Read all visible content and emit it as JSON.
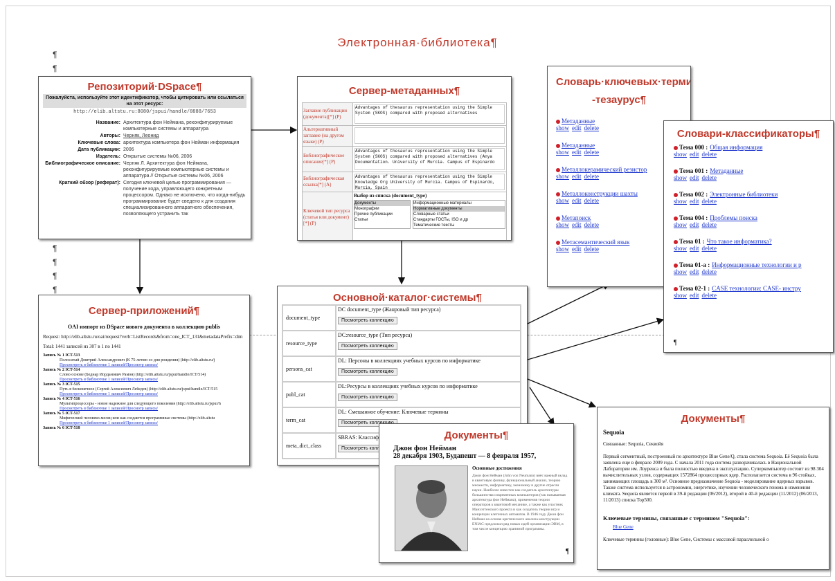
{
  "title": "Электронная·библиотека¶",
  "pilcrow": "¶",
  "dspace": {
    "title": "Репозиторий·DSpace¶",
    "notice": "Пожалуйста, используйте этот идентификатор, чтобы цитировать или ссылаться на этот ресурс:",
    "handle": "http://elib.altstu.ru:8080/jspui/handle/8888/7653",
    "fields": [
      {
        "k": "Название:",
        "v": "Архитектура фон Неймана, реконфигурируемые компьютерные системы и аппаратура"
      },
      {
        "k": "Авторы:",
        "v": "Черняк, Леонид"
      },
      {
        "k": "Ключевые слова:",
        "v": "архитектура компьютера фон Нейман информация"
      },
      {
        "k": "Дата публикации:",
        "v": "2006"
      },
      {
        "k": "Издатель:",
        "v": "Открытые системы №06, 2006"
      },
      {
        "k": "Библиографическое описание:",
        "v": "Черняк Л. Архитектура фон Неймана, реконфигурируемые компьютерные системы и аппаратура // Открытые системы №06, 2006"
      },
      {
        "k": "Краткий обзор (реферат):",
        "v": "Сегодня ключевой целью программирования — получение кода, управляющего конкретным процессором. Однако не исключено, что когда-нибудь программирование будет сведено к для создания специализированного аппаратного обеспечения, позволяющего устранить так"
      }
    ]
  },
  "meta": {
    "title": "Сервер-метаданных¶",
    "rows": [
      {
        "label": "Заглавие публикации (документа)[*] (P)",
        "value": "Advantages of thesaurus representation using the Simple System (SKOS) compared with proposed alternatives"
      },
      {
        "label": "Альтернативный заглавие (на другом языке) (P)",
        "value": ""
      },
      {
        "label": "Библиографическое описание[*] (P)",
        "value": "Advantages of thesaurus representation using the Simple System (SKOS) compared with proposed alternatives (Anya Documentation. University of Murcia. Campus of Espinardo"
      },
      {
        "label": "Библиографическая ссылка[*] (A)",
        "value": "Advantages of thesaurus representation using the Simple Knowledge Org University of Murcia. Campus of Espinardo, Murcia, Spain"
      },
      {
        "label": "Ключевой тип ресурса (статья или документ)[*] (P)",
        "value": "Выбор из списка (document_type)"
      }
    ],
    "list_left": [
      "Документы",
      "Монографии",
      "Прочие публикации",
      "Статьи"
    ],
    "list_right": [
      "Информационные материалы",
      "Нормативные документы",
      "Словарные статьи",
      "Стандарты ГОСТы, ISO и др",
      "Тематические тексты"
    ]
  },
  "thesaurus": {
    "title": "Словарь·ключевых·терминов·--тезаурус¶",
    "items": [
      "Метаданные",
      "Метаданные",
      "Металлокерамический резистор",
      "Металлоконструкции шахты",
      "Метапоиск",
      "Метасемантический язык"
    ],
    "actions": [
      "show",
      "edit",
      "delete"
    ]
  },
  "classifiers": {
    "title": "Словари-классификаторы¶",
    "items": [
      {
        "code": "Тема 000 :",
        "name": "Общая информация"
      },
      {
        "code": "Тема 001 :",
        "name": "Метаданные"
      },
      {
        "code": "Тема 002 :",
        "name": "Электронные библиотеки"
      },
      {
        "code": "Тема 004 :",
        "name": "Проблемы поиска"
      },
      {
        "code": "Тема 01 :",
        "name": "Что такое информатика?"
      },
      {
        "code": "Тема 01-a :",
        "name": "Информационные технологии и р"
      },
      {
        "code": "Тема 02-1 :",
        "name": "CASE технологии: CASE- инстру"
      }
    ],
    "actions": [
      "show",
      "edit",
      "delete"
    ],
    "pilcrow": "¶"
  },
  "catalog": {
    "title": "Основной·каталог·системы¶",
    "button": "Посмотреть коллекцию",
    "rows": [
      {
        "key": "document_type",
        "desc": "DC document_type (Жанровый тип ресурса)"
      },
      {
        "key": "resource_type",
        "desc": "DC:resource_type (Тип ресурса)"
      },
      {
        "key": "persons_cat",
        "desc": "DL: Персоны в коллекциях учебных курсов по информатике"
      },
      {
        "key": "publ_cat",
        "desc": "DL:Ресурсы в коллекциях учебных курсов по информатике"
      },
      {
        "key": "term_cat",
        "desc": "DL: Смешанное обучение: Ключевые термины"
      },
      {
        "key": "meta_dict_class",
        "desc": "SBRAS: Классиф"
      }
    ]
  },
  "apps": {
    "title": "Сервер-приложений¶",
    "heading": "OAI импорт из DSpace нового документа в коллекцию publis",
    "request": "Request: http://elib.altstu.ru/oai/request?verb=ListRecords&from=one_ICT_131&metadataPrefix=dim",
    "total": "Total: 1441 записей из 307 в 1 по 1441",
    "records": [
      {
        "id": "Запись № 1 ICT-513",
        "text": "Полосатый Дмитрий Александрович (К 75-летию со дня рождения) (http://elib.altstu.ru/j",
        "links": "Просмотреть в библиотеке 1 записей/Просмотр записи/"
      },
      {
        "id": "Запись № 2 ICT-514",
        "text": "Слово основе (Беднар Йорданович Рамон) (http://elib.altstu.ru/jspui/handle/ICT/514)",
        "links": "Просмотреть в библиотеке 1 записей/Просмотр записи/"
      },
      {
        "id": "Запись № 3 ICT-515",
        "text": "Путь в бесконечное (Сергей Алексеевич Лебедев) (http://elib.altstu.ru/jspui/handle/ICT/515",
        "links": "Просмотреть в библиотеке 1 записей/Просмотр записи/"
      },
      {
        "id": "Запись № 4 ICT-516",
        "text": "Мультипроцессоры - новое надежное для следующего поколения (http://elib.altstu.ru/jspui/h",
        "links": "Просмотреть в библиотеке 1 записей/Просмотр записи/"
      },
      {
        "id": "Запись № 5 ICT-517",
        "text": "Мифический человеко-месяц или как создаются программные системы (http://elib.altstu",
        "links": "Просмотреть в библиотеке 1 записей/Просмотр записи/"
      },
      {
        "id": "Запись № 6 ICT-518",
        "text": "",
        "links": ""
      }
    ]
  },
  "doc1": {
    "title": "Документы¶",
    "name": "Джон фон Нейман",
    "dates": "28 декабря 1903, Будапешт — 8 февраля 1957,",
    "section": "Основные достижения",
    "text": "Джон фон Нейман (John von Neumann) внёс важный вклад в квантовую физику, функциональный анализ, теорию множеств, информатику, экономику и другие отрасли науки. Наиболее известен как создатель архитектуры большинства современных компьютеров (так называемая архитектура фон Неймана), применения теории операторов к квантовой механике, а также как участник Манхэттенского проекта и как создатель теории игр и концепции клеточных автоматов. В 1946 году Джон фон Нейман на основе критического анализа конструкции ENIAC предложил ряд новых идей организации ЭВМ, в том числе концепцию хранимой программы.",
    "pilcrow": "¶"
  },
  "doc2": {
    "title": "Документы¶",
    "name": "Sequoia",
    "related": "Связанные: Sequoia, Секвойя",
    "text": "Первый сегментный, построенный по архитектуре Blue Gene/Q, стала система Sequoia. Её Sequoia была заявлена еще в феврале 2009 года. С начала 2011 года система разворачивалась в Национальной Лаборатории им. Лоуренса и была полностью введена в эксплуатацию. Суперкомпьютер состоит из 98 304 вычислительных узлов, содержащих 1572864 процессорных ядер. Располагается система в 96 стойках, занимающих площадь в 300 м². Основное предназначение Sequoia - моделирование ядерных взрывов. Также система используется в астрономии, энергетике, изучении человеческого генома и изменения климата. Sequoia является первой в 39-й редакции (06/2012), второй в 40-й редакции (11/2012) (06/2013, 11/2013) списка Top500.",
    "keyhead": "Ключевые термины, связанные с термином \"Sequoia\":",
    "keylist": [
      "Blue Gene"
    ],
    "footer": "Ключевые термины (головные): Blue Gene,   Системы с массовой параллельной о"
  },
  "colors": {
    "accent": "#c0392b",
    "link": "#1a33cc",
    "bullet": "#d0202a"
  }
}
